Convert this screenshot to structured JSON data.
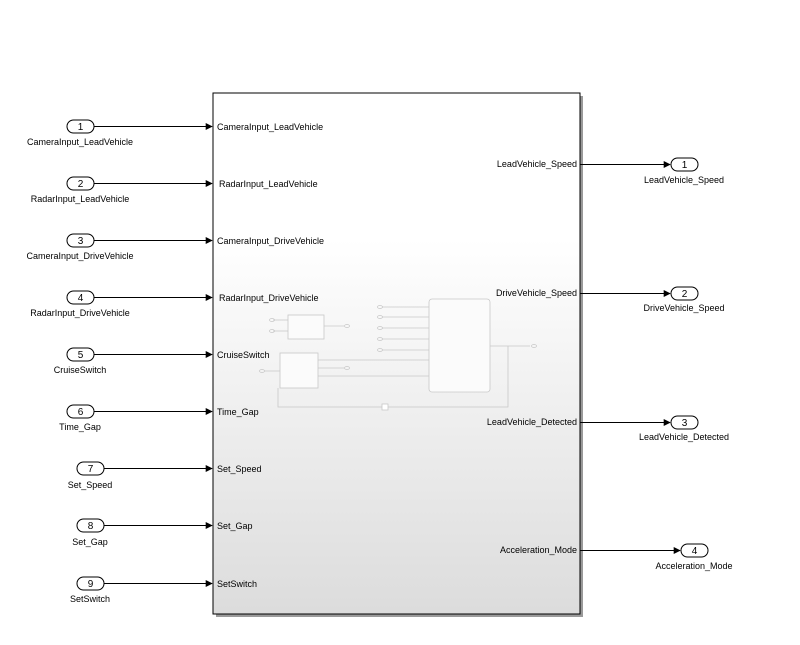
{
  "diagram": {
    "inports": [
      {
        "number": "1",
        "name": "CameraInput_LeadVehicle",
        "port_label": "CameraInput_LeadVehicle"
      },
      {
        "number": "2",
        "name": "RadarInput_LeadVehicle",
        "port_label": "RadarInput_LeadVehicle"
      },
      {
        "number": "3",
        "name": "CameraInput_DriveVehicle",
        "port_label": "CameraInput_DriveVehicle"
      },
      {
        "number": "4",
        "name": "RadarInput_DriveVehicle",
        "port_label": "RadarInput_DriveVehicle"
      },
      {
        "number": "5",
        "name": "CruiseSwitch",
        "port_label": "CruiseSwitch"
      },
      {
        "number": "6",
        "name": "Time_Gap",
        "port_label": "Time_Gap"
      },
      {
        "number": "7",
        "name": "Set_Speed",
        "port_label": "Set_Speed"
      },
      {
        "number": "8",
        "name": "Set_Gap",
        "port_label": "Set_Gap"
      },
      {
        "number": "9",
        "name": "SetSwitch",
        "port_label": "SetSwitch"
      }
    ],
    "outports": [
      {
        "number": "1",
        "name": "LeadVehicle_Speed",
        "port_label": "LeadVehicle_Speed"
      },
      {
        "number": "2",
        "name": "DriveVehicle_Speed",
        "port_label": "DriveVehicle_Speed"
      },
      {
        "number": "3",
        "name": "LeadVehicle_Detected",
        "port_label": "LeadVehicle_Detected"
      },
      {
        "number": "4",
        "name": "Acceleration_Mode",
        "port_label": "Acceleration_Mode"
      }
    ]
  }
}
